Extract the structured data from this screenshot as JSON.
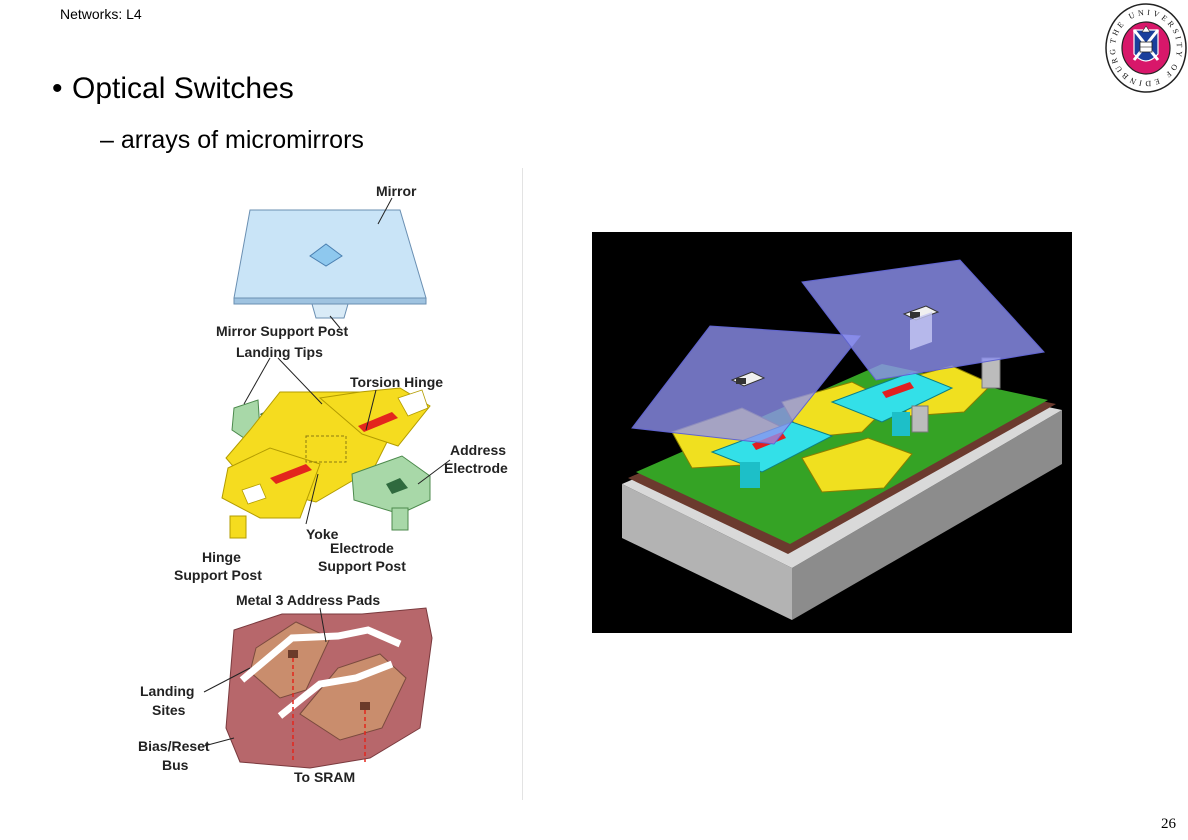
{
  "header": {
    "text": "Networks: L4"
  },
  "slide": {
    "bullet": "Optical Switches",
    "sub_bullet": "– arrays of micromirrors",
    "page_number": "26"
  },
  "logo": {
    "icon": "university-of-edinburgh-crest-icon",
    "ring_text": "THE UNIVERSITY OF EDINBURGH"
  },
  "diagram": {
    "labels": {
      "mirror": "Mirror",
      "mirror_support_post": "Mirror Support Post",
      "landing_tips": "Landing Tips",
      "torsion_hinge": "Torsion Hinge",
      "address_electrode_1": "Address",
      "address_electrode_2": "Electrode",
      "yoke": "Yoke",
      "hinge_support_post_1": "Hinge",
      "hinge_support_post_2": "Support Post",
      "electrode_support_post_1": "Electrode",
      "electrode_support_post_2": "Support Post",
      "metal3_address_pads": "Metal 3 Address Pads",
      "landing_sites_1": "Landing",
      "landing_sites_2": "Sites",
      "bias_reset_bus_1": "Bias/Reset",
      "bias_reset_bus_2": "Bus",
      "to_sram": "To SRAM"
    }
  }
}
